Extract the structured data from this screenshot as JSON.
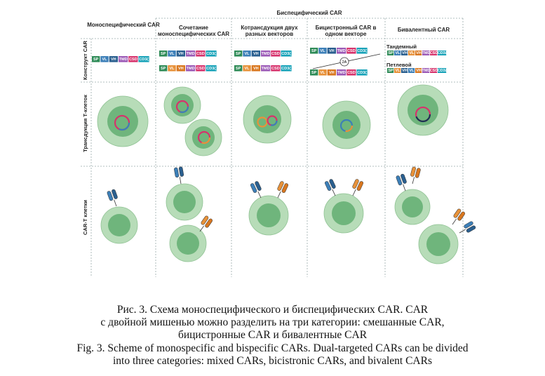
{
  "figure": {
    "top_header": "Биспецифический CAR",
    "columns": [
      "Моноспецифический CAR",
      "Сочетание моноспецифических CAR",
      "Котрансдукция двух разных векторов",
      "Бицистронный CAR в одном векторе",
      "Бивалентный CAR"
    ],
    "rows": [
      "Конструкт CAR",
      "Трансдукция Т-клеток",
      "CAR-Т клетки"
    ],
    "segments": {
      "sp": "SP",
      "vl": "VL",
      "vh": "VH",
      "tmd": "TMD",
      "csd": "CSD",
      "cd3z": "CD3ζ"
    },
    "bicistronic_linker": "2A",
    "tandem_label": "Тандемный",
    "loop_label": "Петлевой"
  },
  "colors": {
    "sp": "#2e8b57",
    "vl_blue": "#3c7fb8",
    "vh_blue": "#2a5f8f",
    "vl_orange": "#e8923a",
    "vh_orange": "#d9771f",
    "tmd": "#9b59b6",
    "csd": "#d6336c",
    "cd3z": "#17a2b8",
    "cell_outer": "#b7dcb8",
    "cell_inner": "#6fb57c"
  },
  "caption": {
    "ru_line1": "Рис. 3. Схема моноспецифического и биспецифических CAR. CAR",
    "ru_line2": "с двойной мишенью можно разделить на три категории: смешанные CAR,",
    "ru_line3": "бицистронные CAR и бивалентные CAR",
    "en_line1": "Fig. 3. Scheme of monospecific and bispecific CARs. Dual-targeted CARs can be divided",
    "en_line2": "into three categories: mixed CARs, bicistronic CARs, and bivalent CARs"
  }
}
